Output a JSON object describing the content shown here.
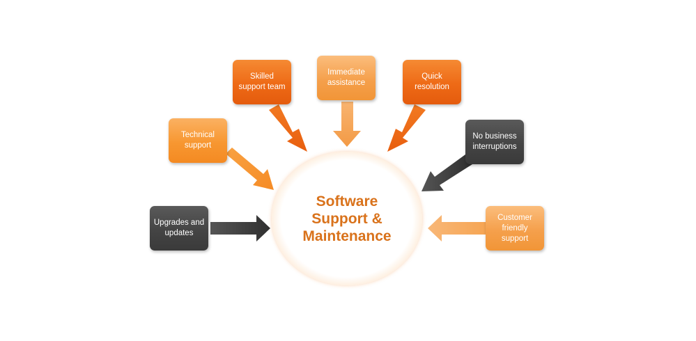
{
  "center": {
    "title": "Software Support & Maintenance"
  },
  "nodes": [
    {
      "id": "upgrades",
      "label": "Upgrades and updates",
      "color": "#444444"
    },
    {
      "id": "technical",
      "label": "Technical support",
      "color": "#f79731"
    },
    {
      "id": "skilled",
      "label": "Skilled support team",
      "color": "#ee6a16"
    },
    {
      "id": "immediate",
      "label": "Immediate assistance",
      "color": "#f5a04c"
    },
    {
      "id": "quick",
      "label": "Quick resolution",
      "color": "#ee6a16"
    },
    {
      "id": "no-business",
      "label": "No business interruptions",
      "color": "#444444"
    },
    {
      "id": "customer",
      "label": "Customer friendly support",
      "color": "#f5a04c"
    }
  ],
  "colors": {
    "center_text": "#d9721b",
    "center_ring": "#f3963f",
    "arrow_dark": "#3f3f3f",
    "arrow_orange": "#ef6c18",
    "arrow_light": "#f5a04c",
    "arrow_mid": "#f79731"
  }
}
